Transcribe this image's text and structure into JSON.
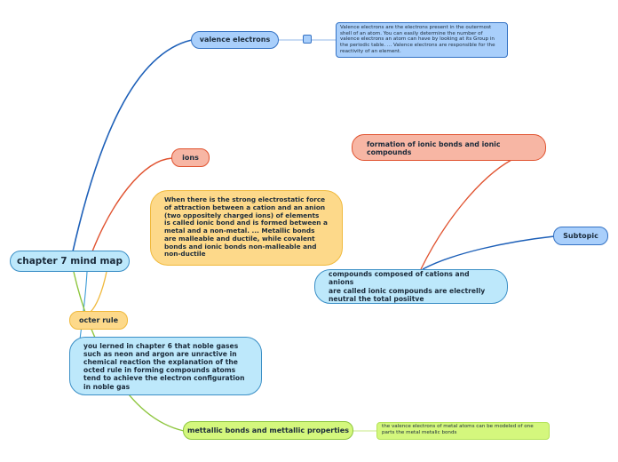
{
  "map": {
    "center": "chapter 7 mind map",
    "valence": {
      "title": "valence electrons",
      "description": "Valence electrons are the electrons present in the outermost shell of an atom. You can easily determine the number of valence electrons an atom can have by looking at its Group in the periodic table. ... Valence electrons are responsible for the reactivity of an element."
    },
    "ions": {
      "title": "ions",
      "description": "When there is the strong electrostatic force\nof attraction between a cation and an anion\n(two oppositely charged ions) of elements\nis called ionic bond and is formed between a\nmetal and a non-metal. ... Metallic bonds\nare malleable and ductile, while covalent\nbonds and ionic bonds non-malleable and\nnon-ductile"
    },
    "formation": "formation of ionic bonds and ionic\ncompounds",
    "subtopic": "Subtopic",
    "compounds": "compounds composed of cations and anions\nare called ionic compounds are electrelly\nneutral the total posiitve",
    "octer": {
      "title": "octer rule",
      "description": "you lerned  in chapter 6 that noble gases\nsuch as neon and argon are unractive in\nchemical reaction the explanation of the\nocted rule in  forming compounds  atoms\ntend  to achieve the electron configuration\nin noble gas"
    },
    "metallic": {
      "title": "mettallic bonds and mettallic properties",
      "description": "the valence electrons of metal atoms can be modeled of one parts the metal metalic bonds"
    }
  },
  "colors": {
    "blue_branch": "#1c5fb8",
    "red_branch": "#e0522f",
    "yellow_branch": "#f0b93c",
    "green_branch": "#8ec63f",
    "light_blue_link": "#3b9bd6"
  }
}
